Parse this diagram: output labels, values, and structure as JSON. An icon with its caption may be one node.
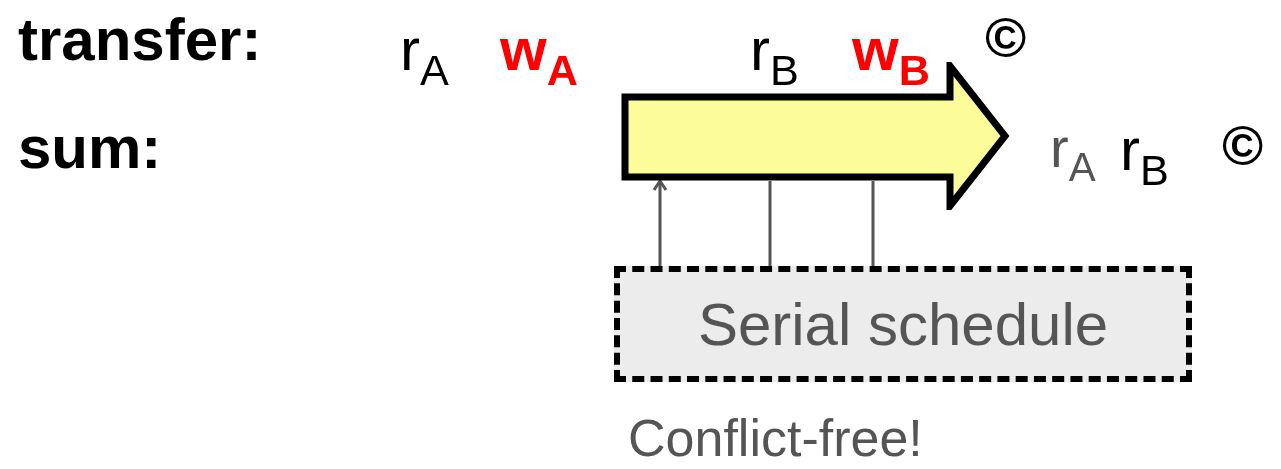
{
  "diagram": {
    "nodes": [
      {
        "text": [],
        "shape": "arrow"
      },
      {
        "text": [
          "Serial schedule"
        ]
      }
    ],
    "edges": [
      {
        "from": 1,
        "to": 0,
        "arrow": "to"
      },
      {
        "from": 1,
        "to": 0,
        "arrow": "none"
      },
      {
        "from": 1,
        "to": 0,
        "arrow": "none"
      }
    ],
    "labels": [
      "transfer:",
      "r$_{A}$",
      "w$_{A}$",
      "r$_{B}$",
      "w$_{B}$",
      "©",
      "sum:",
      "r$_{A}$",
      "r$_{B}$",
      "©",
      "Conflict-free!"
    ]
  }
}
